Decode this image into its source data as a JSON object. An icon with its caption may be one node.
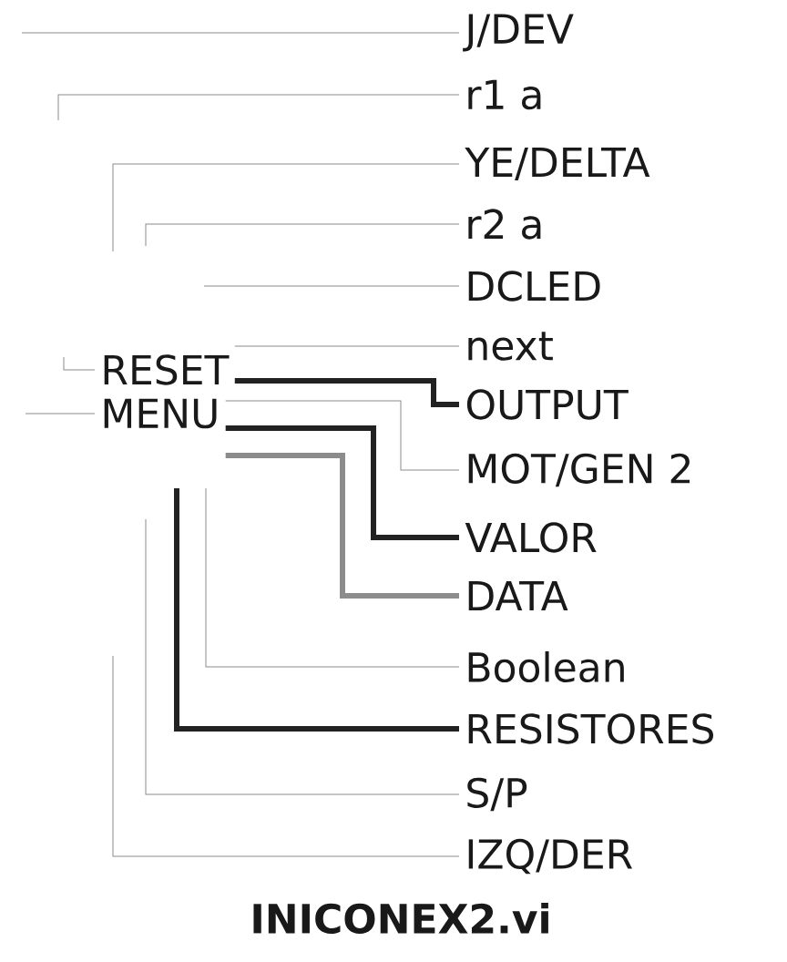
{
  "diagram": {
    "caption": "INICONEX2.vi",
    "nodes": [
      {
        "text": [
          "J/DEV"
        ]
      },
      {
        "text": [
          "r1 a"
        ]
      },
      {
        "text": [
          "YE/DELTA"
        ]
      },
      {
        "text": [
          "r2 a"
        ]
      },
      {
        "text": [
          "DCLED"
        ]
      },
      {
        "text": [
          "next"
        ]
      },
      {
        "text": [
          "RESET"
        ]
      },
      {
        "text": [
          "OUTPUT"
        ]
      },
      {
        "text": [
          "MENU"
        ]
      },
      {
        "text": [
          "MOT/GEN 2"
        ]
      },
      {
        "text": [
          "VALOR"
        ]
      },
      {
        "text": [
          "DATA"
        ]
      },
      {
        "text": [
          "Boolean"
        ]
      },
      {
        "text": [
          "RESISTORES"
        ]
      },
      {
        "text": [
          "S/P"
        ]
      },
      {
        "text": [
          "IZQ/DER"
        ]
      }
    ],
    "edges": [
      {
        "from": null,
        "to": 0,
        "arrow": "none"
      },
      {
        "from": null,
        "to": 1,
        "arrow": "none"
      },
      {
        "from": null,
        "to": 2,
        "arrow": "none"
      },
      {
        "from": null,
        "to": 3,
        "arrow": "none"
      },
      {
        "from": null,
        "to": 4,
        "arrow": "none"
      },
      {
        "from": null,
        "to": 6,
        "arrow": "none"
      },
      {
        "from": 6,
        "to": 5,
        "arrow": "none"
      },
      {
        "from": 6,
        "to": 7,
        "arrow": "none",
        "style": "thick",
        "color": "#222222"
      },
      {
        "from": null,
        "to": 8,
        "arrow": "none"
      },
      {
        "from": 8,
        "to": 9,
        "arrow": "none"
      },
      {
        "from": 8,
        "to": 10,
        "arrow": "none",
        "style": "thick",
        "color": "#222222"
      },
      {
        "from": 8,
        "to": 11,
        "arrow": "none",
        "style": "thick",
        "color": "#8c8c8c"
      },
      {
        "from": null,
        "to": 12,
        "arrow": "none"
      },
      {
        "from": null,
        "to": 13,
        "arrow": "none",
        "style": "thick",
        "color": "#222222"
      },
      {
        "from": null,
        "to": 14,
        "arrow": "none"
      },
      {
        "from": null,
        "to": 15,
        "arrow": "none"
      }
    ]
  }
}
